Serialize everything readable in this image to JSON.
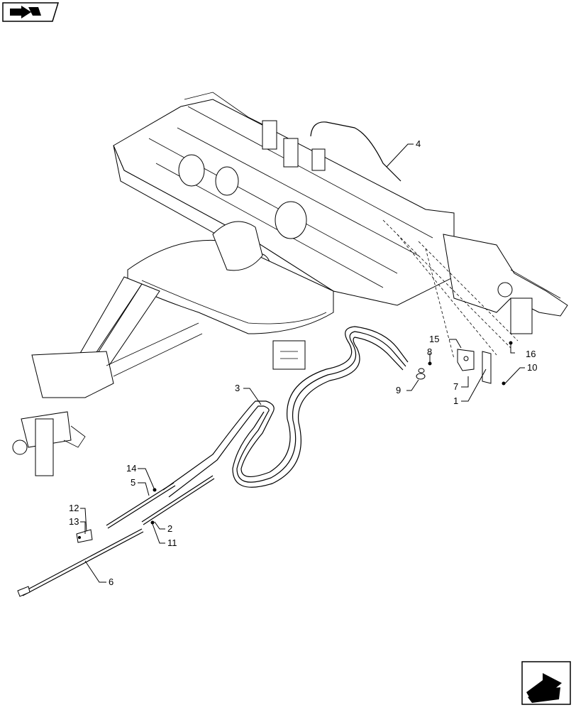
{
  "nav": {
    "top_icon": "return-arrow-icon",
    "bottom_icon": "next-page-arrow-icon"
  },
  "callouts": [
    "1",
    "2",
    "3",
    "4",
    "5",
    "6",
    "7",
    "8",
    "9",
    "10",
    "11",
    "12",
    "13",
    "14",
    "15",
    "16"
  ]
}
